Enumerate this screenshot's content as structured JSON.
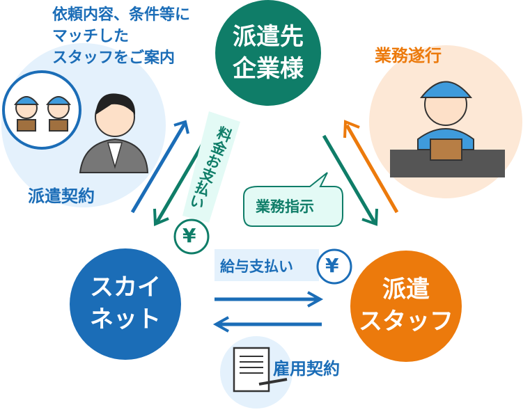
{
  "nodes": {
    "client": {
      "line1": "派遣先",
      "line2": "企業様"
    },
    "skynet": {
      "line1": "スカイ",
      "line2": "ネット"
    },
    "staff": {
      "line1": "派遣",
      "line2": "スタッフ"
    }
  },
  "labels": {
    "intro": [
      "依頼内容、条件等に",
      "マッチした",
      "スタッフをご案内"
    ],
    "dispatch_contract": "派遣契約",
    "work_execution": "業務遂行",
    "fee_payment": "料金お支払い",
    "work_instruction": "業務指示",
    "salary_payment": "給与支払い",
    "employment_contract": "雇用契約",
    "yen": "¥"
  },
  "colors": {
    "teal": "#0f7d68",
    "blue": "#1b6db7",
    "orange": "#ec7a0c",
    "lightblue": "#e4f1fc",
    "lightorange": "#fde8d6",
    "mint": "#e3faf5"
  }
}
